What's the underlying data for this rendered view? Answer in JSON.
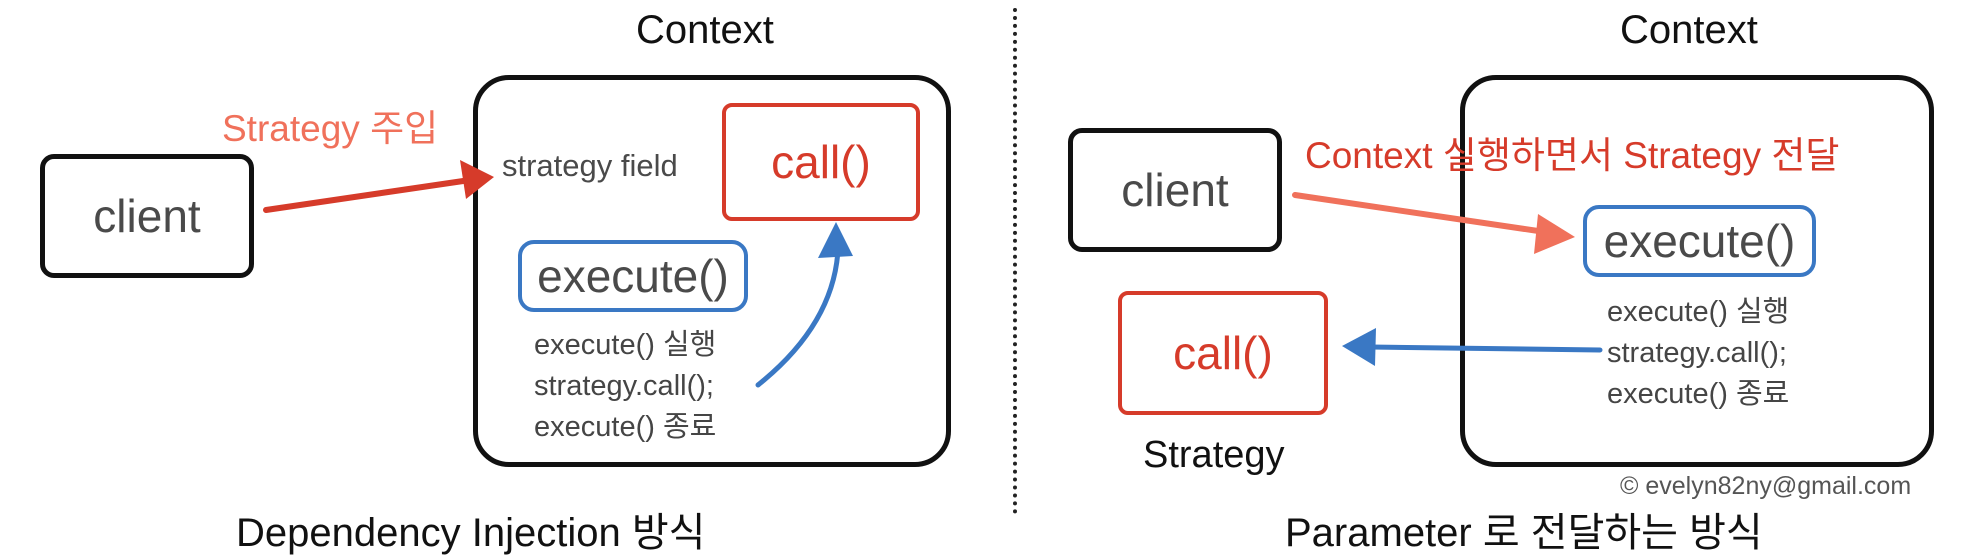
{
  "left": {
    "context_title": "Context",
    "client_label": "client",
    "inject_label": "Strategy 주입",
    "field_label": "strategy field",
    "call_label": "call()",
    "execute_label": "execute()",
    "code_lines": [
      "execute() 실행",
      "strategy.call();",
      "execute() 종료"
    ],
    "caption": "Dependency Injection 방식"
  },
  "right": {
    "context_title": "Context",
    "client_label": "client",
    "pass_label": "Context 실행하면서 Strategy 전달",
    "execute_label": "execute()",
    "code_lines": [
      "execute() 실행",
      "strategy.call();",
      "execute() 종료"
    ],
    "call_label": "call()",
    "strategy_label": "Strategy",
    "copyright": "© evelyn82ny@gmail.com",
    "caption": "Parameter 로 전달하는 방식"
  },
  "colors": {
    "red": "#d63b2a",
    "orange": "#f0715b",
    "blue": "#3a78c4",
    "border": "#111111"
  }
}
